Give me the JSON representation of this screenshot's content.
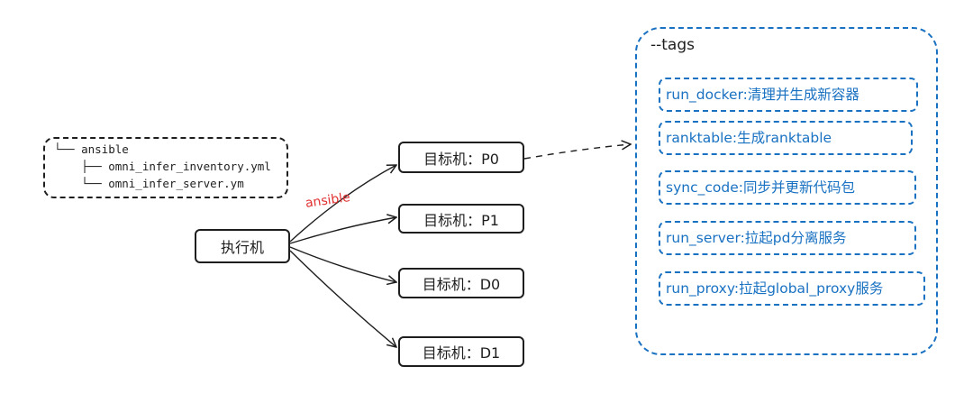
{
  "tree": {
    "lines": [
      "└── ansible",
      "    ├── omni_infer_inventory.yml",
      "    └── omni_infer_server.ym"
    ]
  },
  "executor": {
    "label": "执行机"
  },
  "edge_label": "ansible",
  "targets": [
    {
      "label": "目标机：P0"
    },
    {
      "label": "目标机：P1"
    },
    {
      "label": "目标机：D0"
    },
    {
      "label": "目标机：D1"
    }
  ],
  "tags": {
    "title": "--tags",
    "items": [
      {
        "label": "run_docker:清理并生成新容器"
      },
      {
        "label": "ranktable:生成ranktable"
      },
      {
        "label": "sync_code:同步并更新代码包"
      },
      {
        "label": "run_server:拉起pd分离服务"
      },
      {
        "label": "run_proxy:拉起global_proxy服务"
      }
    ]
  },
  "colors": {
    "stroke": "#1e1e1e",
    "accent": "#1971c2",
    "label": "#e03131"
  }
}
